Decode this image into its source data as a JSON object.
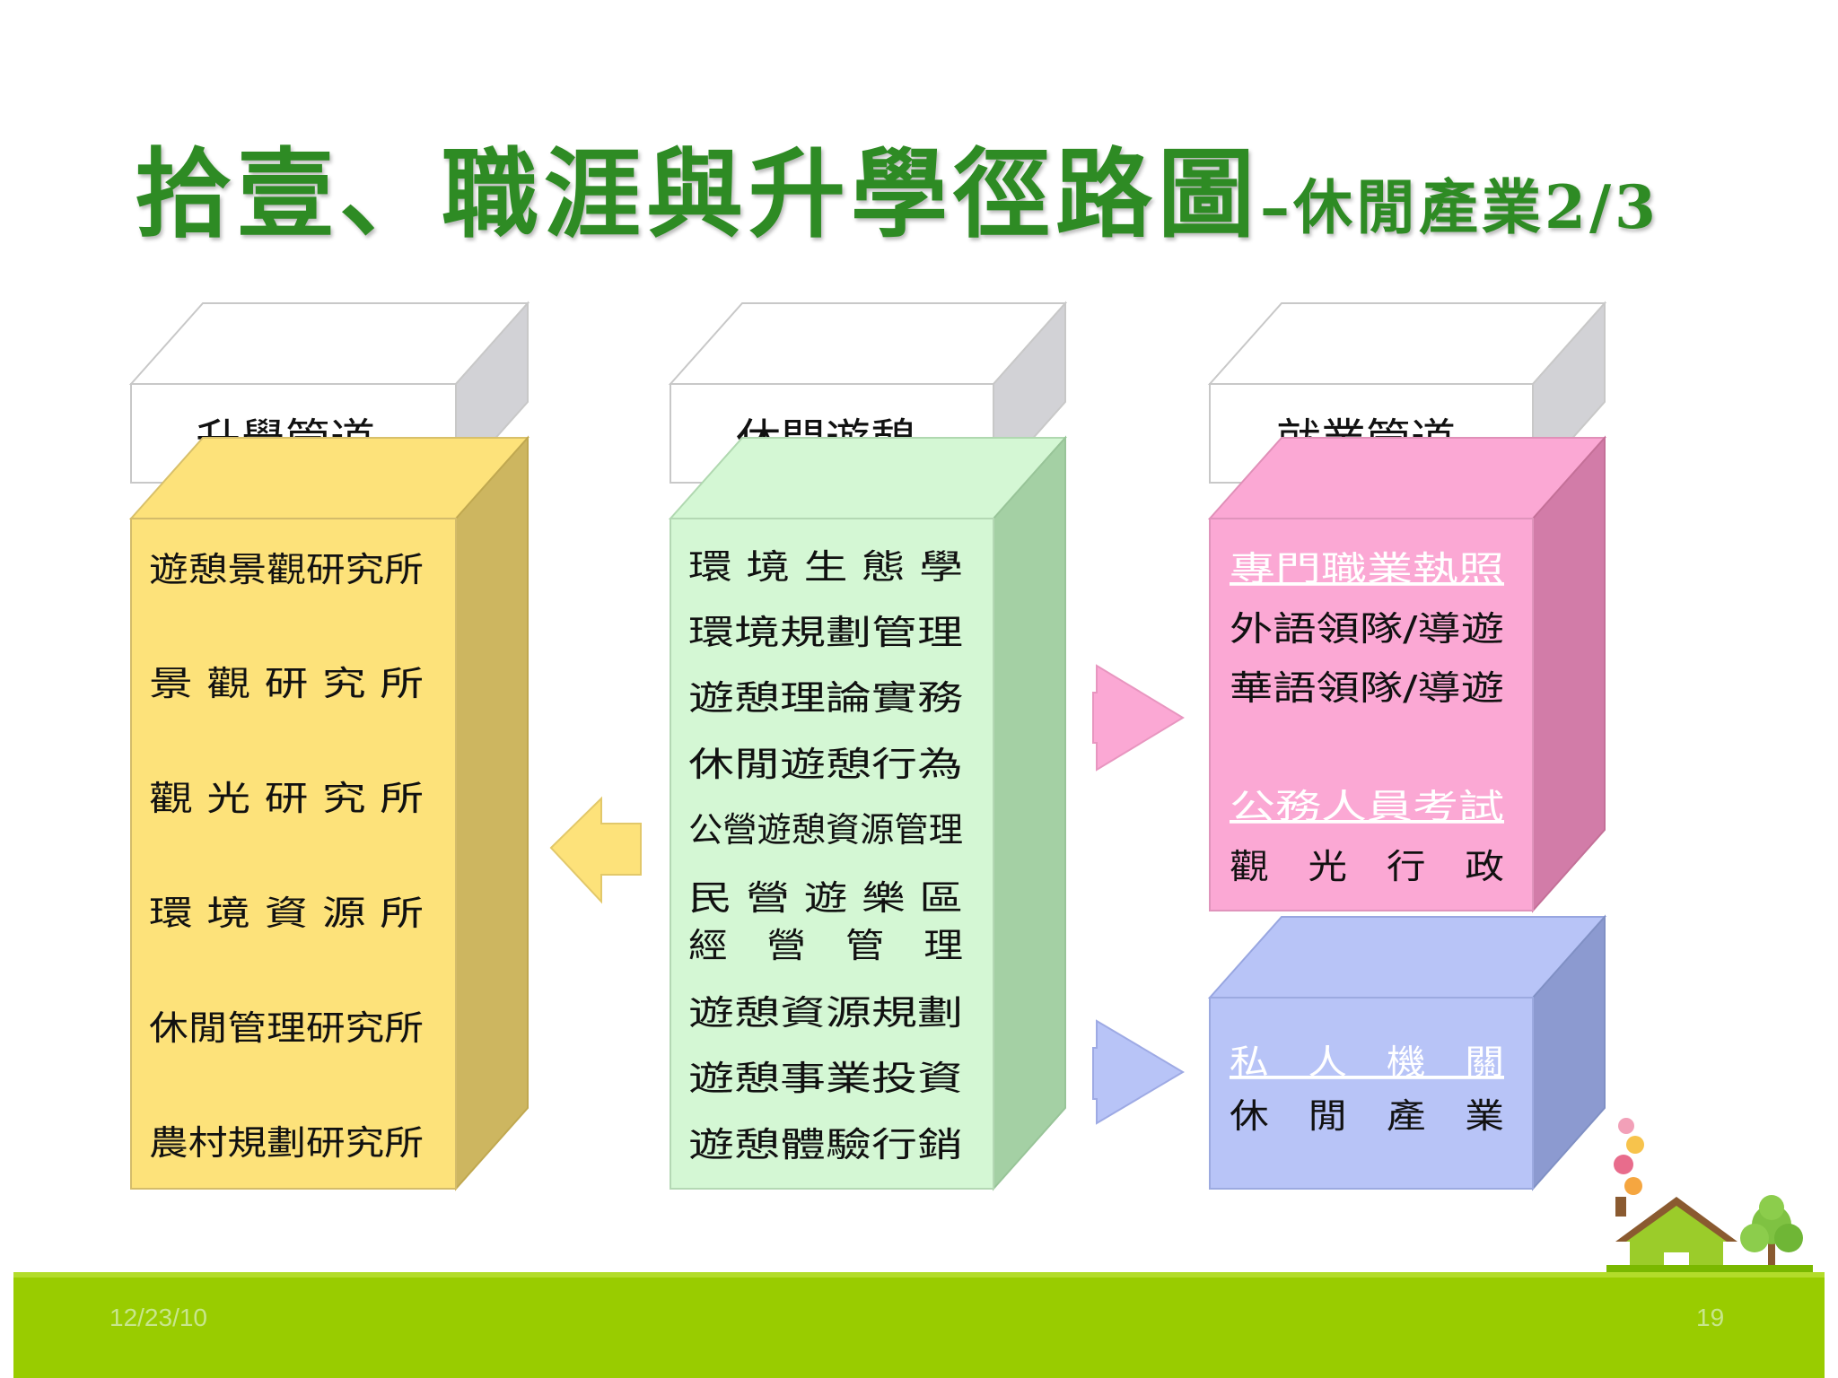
{
  "title": {
    "main": "拾壹、職涯與升學徑路圖",
    "sub": "–休閒產業2/3"
  },
  "columns": {
    "left": {
      "header": "升學管道",
      "items": [
        "遊憩景觀研究所",
        "景 觀 研 究 所",
        "觀 光 研 究 所",
        "環 境 資 源 所",
        "休閒管理研究所",
        "農村規劃研究所"
      ]
    },
    "middle": {
      "header": "休閒遊憩",
      "items": [
        "環 境 生 態 學",
        "環境規劃管理",
        "遊憩理論實務",
        "休閒遊憩行為",
        "公營遊憩資源管理",
        "民 營 遊 樂 區",
        "經　營　管　理",
        "遊憩資源規劃",
        "遊憩事業投資",
        "遊憩體驗行銷"
      ]
    },
    "right": {
      "header": "就業管道",
      "upper": [
        {
          "text": "專門職業執照",
          "link": true
        },
        {
          "text": "外語領隊/導遊",
          "link": false
        },
        {
          "text": "華語領隊/導遊",
          "link": false
        },
        {
          "text": "公務人員考試",
          "link": true
        },
        {
          "text": "觀　光　行　政",
          "link": false
        }
      ],
      "lower": [
        {
          "text": "私　人　機　關",
          "link": true
        },
        {
          "text": "休　閒　產　業",
          "link": false
        }
      ]
    }
  },
  "footer": {
    "date": "12/23/10",
    "page": "19"
  },
  "colors": {
    "title": "#2e8b24",
    "yellow": "#fde27a",
    "green": "#d4f7d4",
    "pink": "#fba8d4",
    "blue": "#b8c4f7",
    "footer": "#99cc00",
    "link": "#ffffff"
  }
}
